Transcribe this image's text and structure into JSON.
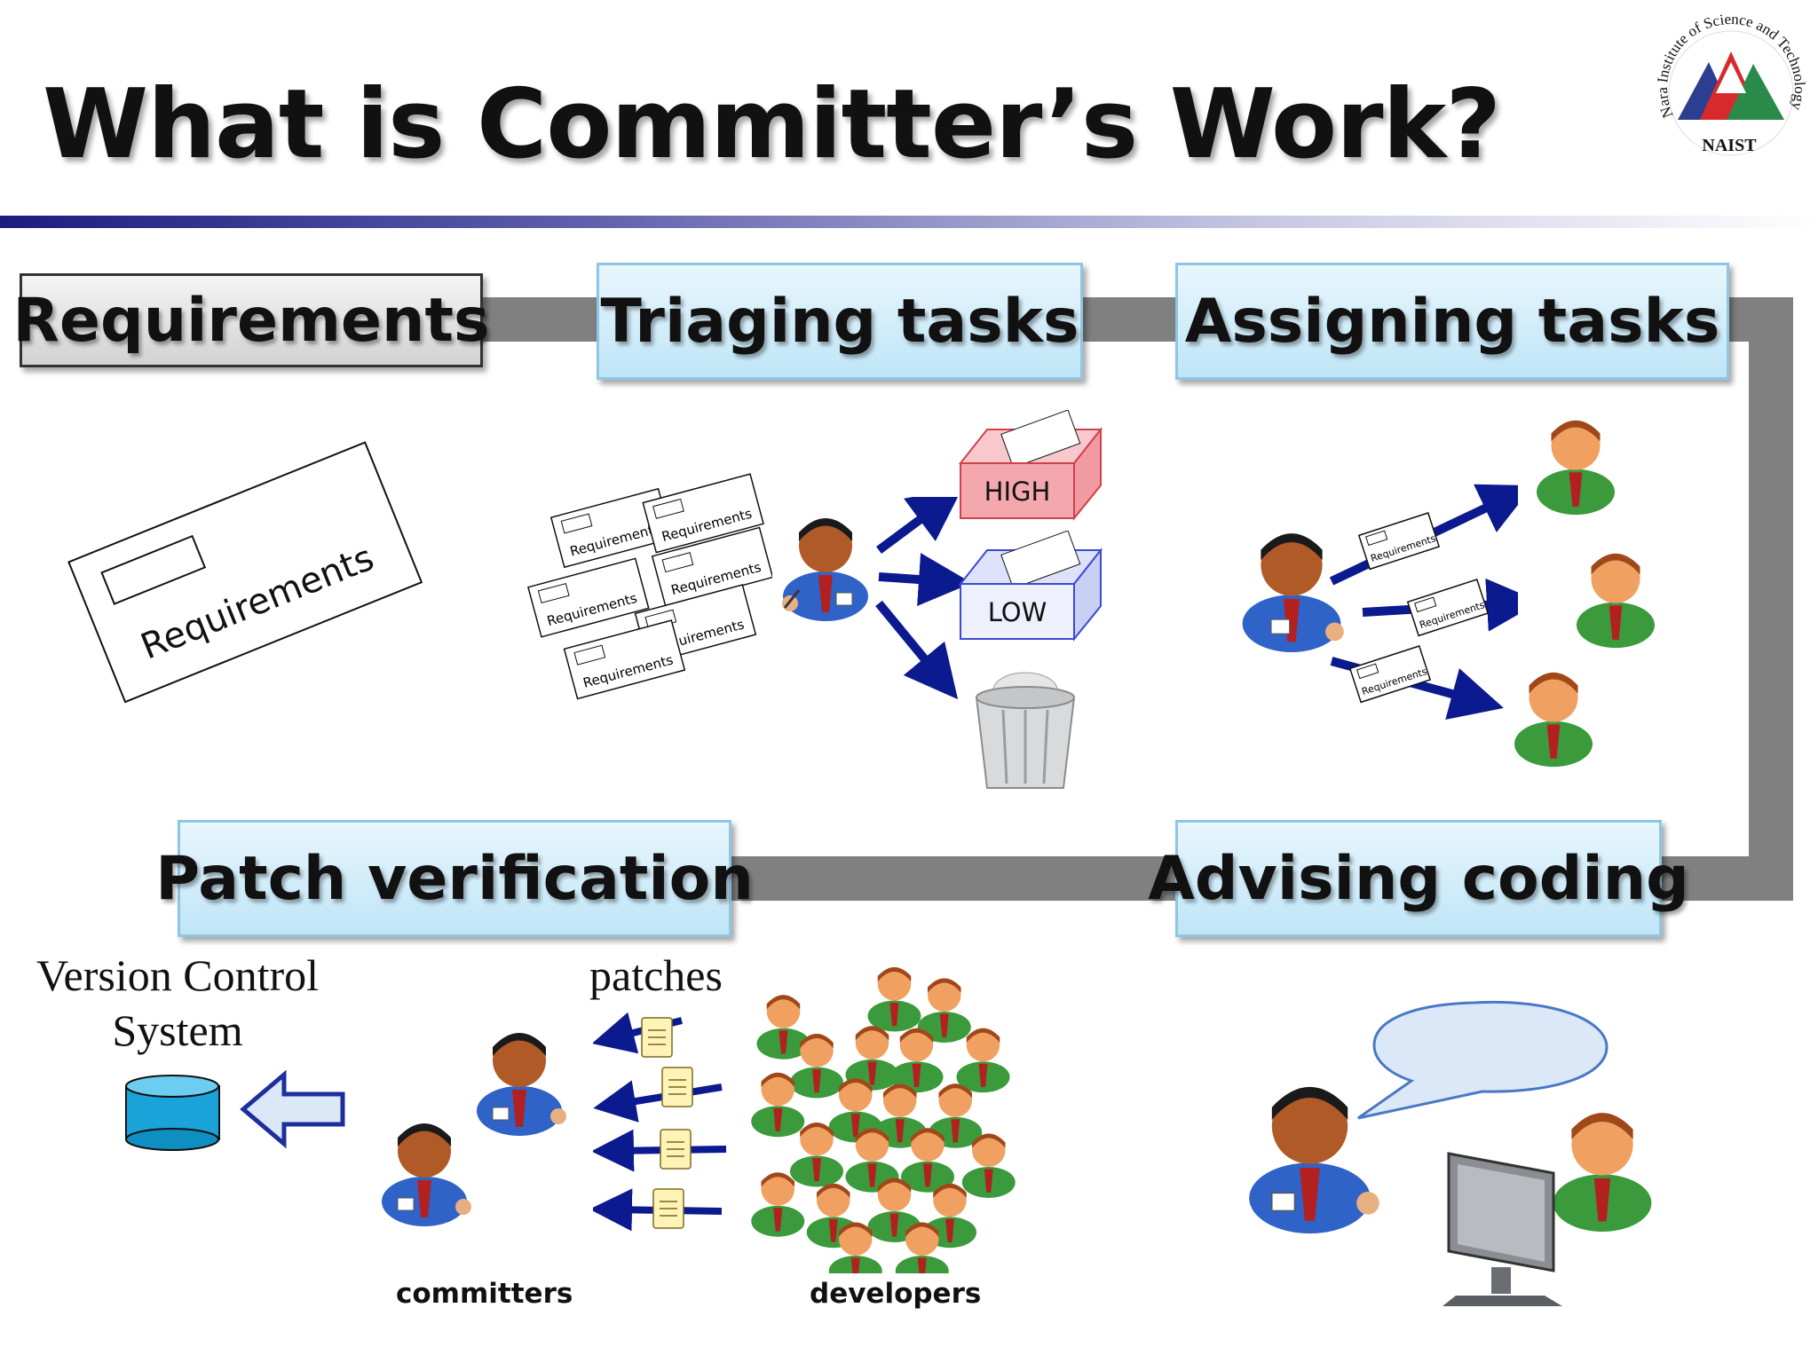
{
  "title": "What is Committer’s Work?",
  "logo": {
    "name": "NAIST",
    "ring_text": "Nara Institute of Science and Technology",
    "short": "NAIST"
  },
  "steps": {
    "requirements": "Requirements",
    "triaging": "Triaging tasks",
    "assigning": "Assigning tasks",
    "advising": "Advising coding",
    "patch": "Patch verification"
  },
  "requirements_card": "Requirements",
  "small_card_label": "Requirements",
  "priority": {
    "high": "HIGH",
    "low": "LOW"
  },
  "vcs": {
    "line1": "Version Control",
    "line2": "System"
  },
  "patches_label": "patches",
  "committers_label": "committers",
  "developers_label": "developers",
  "colors": {
    "step_box_fill": "#bfe5f7",
    "connector": "#808080",
    "arrow": "#0b1a8e",
    "committer_shirt": "#2f63c8",
    "developer_shirt": "#3b9a3b",
    "high_box": "#f4a7ad",
    "low_box": "#c8d0f4",
    "database": "#1aa3d8"
  }
}
